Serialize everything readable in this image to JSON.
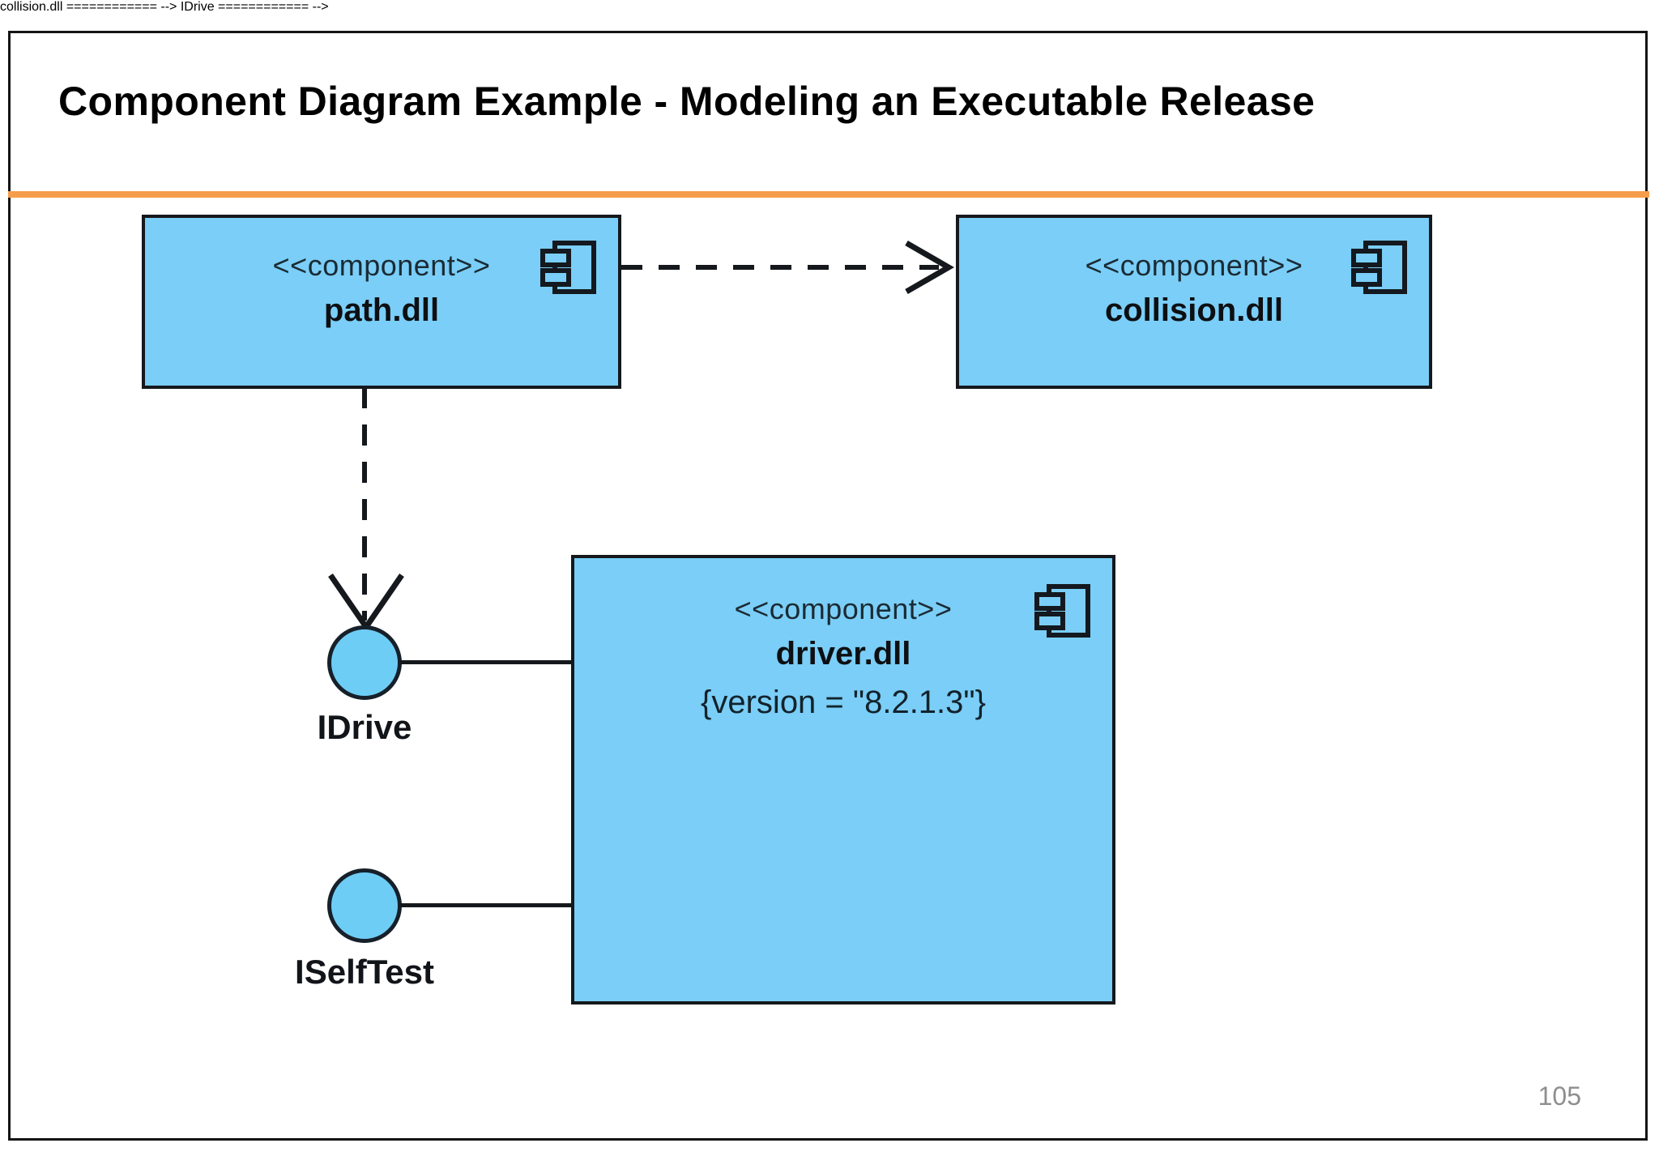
{
  "slide": {
    "title": "Component Diagram Example - Modeling an Executable Release",
    "page_number": "105",
    "colors": {
      "component_fill": "#7ACEF7",
      "component_stroke": "#15181C",
      "title_rule": "#F59D4B",
      "interface_fill": "#6ECDF5",
      "page_number_text": "#8E8E8E",
      "background": "#FFFFFF"
    }
  },
  "diagram": {
    "type": "uml-component-diagram",
    "components": [
      {
        "id": "path",
        "stereotype": "<<component>>",
        "name": "path.dll",
        "icon": "uml-component-icon"
      },
      {
        "id": "collision",
        "stereotype": "<<component>>",
        "name": "collision.dll",
        "icon": "uml-component-icon"
      },
      {
        "id": "driver",
        "stereotype": "<<component>>",
        "name": "driver.dll",
        "tagged_value": "{version = \"8.2.1.3\"}",
        "icon": "uml-component-icon"
      }
    ],
    "interfaces": [
      {
        "id": "idrive",
        "name": "IDrive",
        "notation": "lollipop-provided-interface"
      },
      {
        "id": "iselftest",
        "name": "ISelfTest",
        "notation": "lollipop-provided-interface"
      }
    ],
    "edges": [
      {
        "id": "dep-path-collision",
        "from": "path.dll",
        "to": "collision.dll",
        "style": "dashed",
        "arrowhead": "open",
        "kind": "dependency"
      },
      {
        "id": "dep-path-idrive",
        "from": "path.dll",
        "to": "IDrive",
        "style": "dashed",
        "arrowhead": "open",
        "kind": "dependency"
      },
      {
        "id": "assoc-idrive-driver",
        "from": "IDrive",
        "to": "driver.dll",
        "style": "solid",
        "arrowhead": "none",
        "kind": "interface-realization-link"
      },
      {
        "id": "assoc-iselftest-driver",
        "from": "ISelfTest",
        "to": "driver.dll",
        "style": "solid",
        "arrowhead": "none",
        "kind": "interface-realization-link"
      }
    ]
  }
}
